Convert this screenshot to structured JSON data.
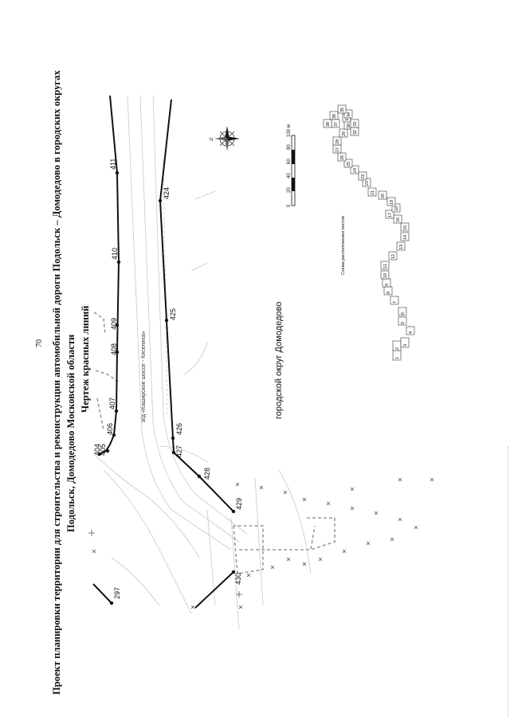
{
  "page_number": "70",
  "title": {
    "line1": "Проект планировки территории для строительства и реконструкции автомобильной дороги Подольск – Домодедово в городских округах",
    "line2": "Подольск, Домодедово Московской области",
    "line3": "Чертеж красных линий"
  },
  "district_label": "городской округ Домодедово",
  "road_label": "а/д «Каширское шоссе - Киселиха»",
  "north_label": "N",
  "scale": {
    "ticks": [
      "0",
      "20",
      "40",
      "60",
      "80",
      "100 м"
    ]
  },
  "sheet_scheme": {
    "caption": "Схема расположения листов",
    "sheets": [
      "1",
      "2",
      "3",
      "4",
      "5",
      "6",
      "7",
      "8",
      "9",
      "10",
      "11",
      "12",
      "13",
      "14",
      "15",
      "16",
      "17",
      "18",
      "19",
      "20",
      "21",
      "22",
      "23",
      "24",
      "25",
      "26",
      "27",
      "28",
      "29",
      "30",
      "31",
      "32",
      "33",
      "34",
      "35",
      "36",
      "37",
      "38"
    ]
  },
  "points": {
    "p297": "297",
    "p404": "404",
    "p405": "405",
    "p406": "406",
    "p407": "407",
    "p408": "408",
    "p409": "409",
    "p410": "410",
    "p411": "411",
    "p424": "424",
    "p425": "425",
    "p426": "426",
    "p427": "427",
    "p428": "428",
    "p429": "429",
    "p430": "430"
  },
  "colors": {
    "red_line": "#111111",
    "background_map": "#c8c8c8",
    "dashed": "#9a9a9a"
  }
}
